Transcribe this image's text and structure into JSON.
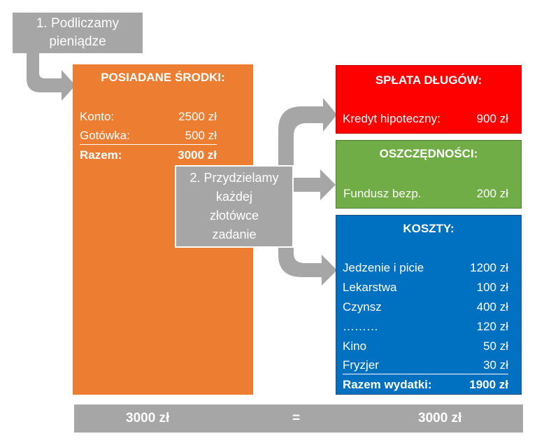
{
  "step1": {
    "line1": "1. Podliczamy",
    "line2": "pieniądze"
  },
  "assets": {
    "title": "POSIADANE ŚRODKI:",
    "rows": [
      {
        "label": "Konto:",
        "amount": "2500 zł"
      },
      {
        "label": "Gotówka:",
        "amount": "500 zł"
      }
    ],
    "total": {
      "label": "Razem:",
      "amount": "3000 zł"
    }
  },
  "step2": {
    "line1": "2. Przydzielamy",
    "line2": "każdej",
    "line3": "złotówce",
    "line4": "zadanie"
  },
  "debts": {
    "title": "SPŁATA DŁUGÓW:",
    "row": {
      "label": "Kredyt hipoteczny:",
      "amount": "900 zł"
    }
  },
  "savings": {
    "title": "OSZCZĘDNOŚCI:",
    "row": {
      "label": "Fundusz bezp.",
      "amount": "200 zł"
    }
  },
  "costs": {
    "title": "KOSZTY:",
    "rows": [
      {
        "label": "Jedzenie i picie",
        "amount": "1200 zł"
      },
      {
        "label": "Lekarstwa",
        "amount": "100 zł"
      },
      {
        "label": "Czynsz",
        "amount": "400 zł"
      },
      {
        "label": "………",
        "amount": "120 zł"
      },
      {
        "label": "Kino",
        "amount": "50 zł"
      },
      {
        "label": "Fryzjer",
        "amount": "30 zł"
      }
    ],
    "total": {
      "label": "Razem wydatki:",
      "amount": "1900 zł"
    }
  },
  "summary": {
    "left": "3000 zł",
    "equals": "=",
    "right": "3000 zł"
  },
  "colors": {
    "orange": "#ed7d31",
    "red": "#ff0000",
    "green": "#70ad47",
    "blue": "#0070c0",
    "grey": "#a6a6a6"
  }
}
